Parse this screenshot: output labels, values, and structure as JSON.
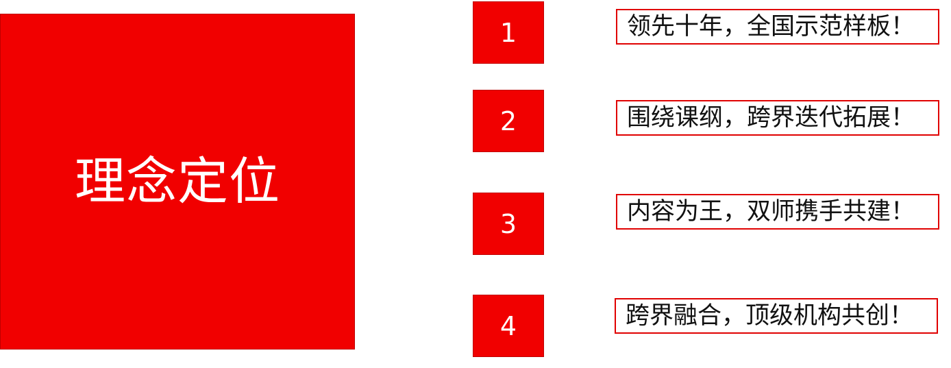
{
  "main": {
    "title": "理念定位"
  },
  "items": [
    {
      "number": "1",
      "text": "领先十年，全国示范样板！"
    },
    {
      "number": "2",
      "text": "围绕课纲，跨界迭代拓展！"
    },
    {
      "number": "3",
      "text": "内容为王，双师携手共建！"
    },
    {
      "number": "4",
      "text": "跨界融合，顶级机构共创！"
    }
  ],
  "colors": {
    "accent_red": "#f10000",
    "border_red": "#e00000",
    "text_dark": "#111111",
    "text_light": "#ffffff"
  }
}
